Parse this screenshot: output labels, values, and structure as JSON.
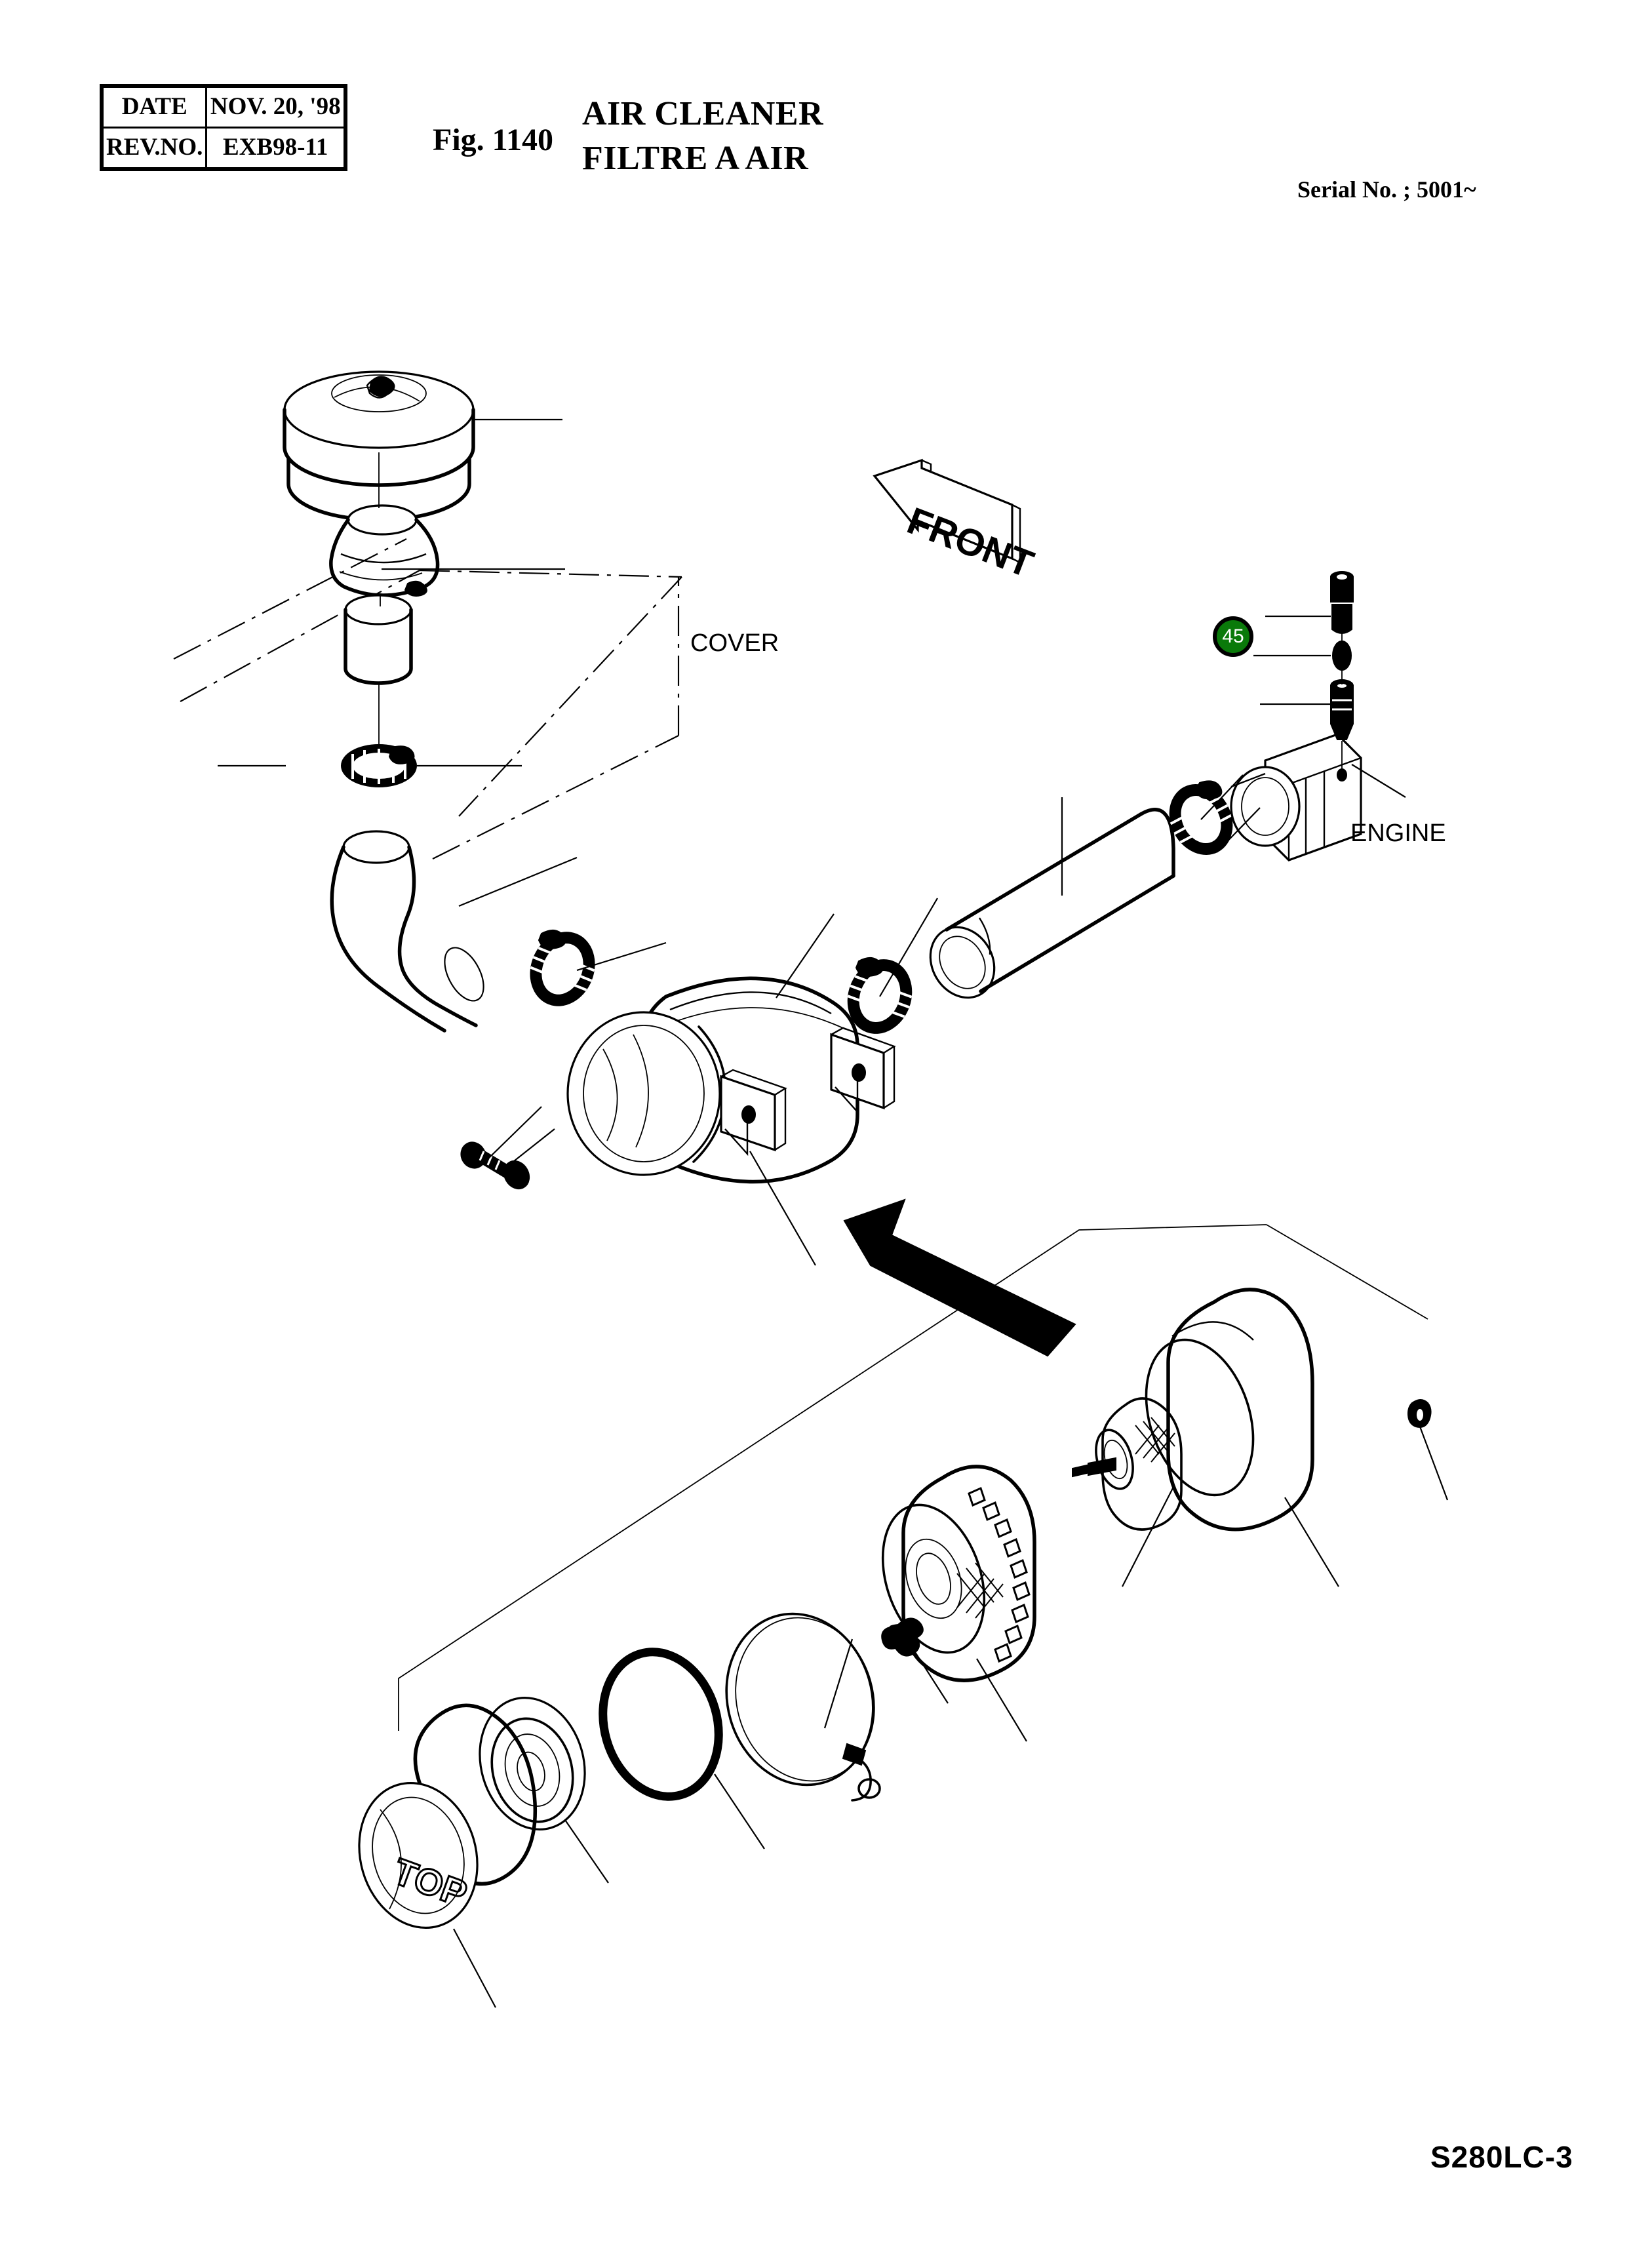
{
  "header": {
    "rows": [
      {
        "label": "DATE",
        "value": "NOV.  20, '98"
      },
      {
        "label": "REV.NO.",
        "value": "EXB98-11"
      }
    ],
    "figure_number": "Fig. 1140",
    "title_en": "AIR CLEANER",
    "title_fr": "FILTRE A AIR",
    "serial_no": "Serial No. ; 5001~"
  },
  "drawing": {
    "labels": {
      "cover": "COVER",
      "engine": "ENGINE",
      "front_arrow": "FRONT"
    },
    "callouts": [
      {
        "number": "45",
        "color": "#0a7a0a",
        "text_color": "#ffffff"
      }
    ],
    "embossed_text": {
      "end_cap": "TOP"
    }
  },
  "footer": {
    "model_code": "S280LC-3"
  }
}
